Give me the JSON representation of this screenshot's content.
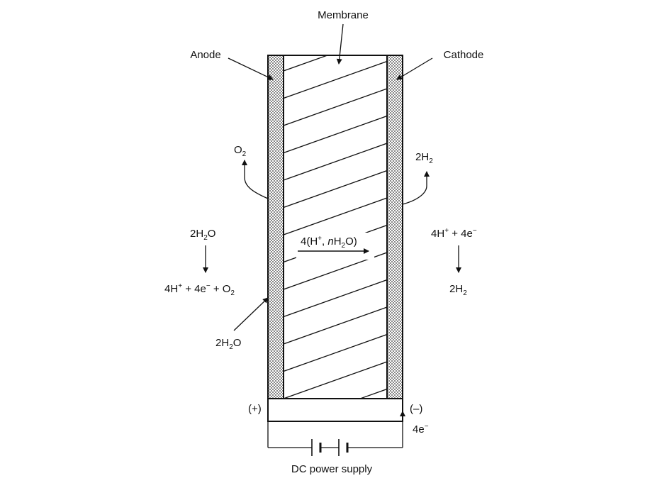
{
  "labels": {
    "membrane": "Membrane",
    "anode": "Anode",
    "cathode": "Cathode",
    "power_supply": "DC power supply",
    "plus": "(+)",
    "minus": "(–)"
  },
  "anode_side": {
    "o2_out": {
      "main": "O",
      "sub": "2"
    },
    "reactant": {
      "a": "2H",
      "sub": "2",
      "b": "O"
    },
    "product": {
      "a": "4H",
      "sup1": "+",
      "b": " + 4e",
      "sup2": "−",
      "c": " + O",
      "sub": "2"
    },
    "water_in": {
      "a": "2H",
      "sub": "2",
      "b": "O"
    }
  },
  "cathode_side": {
    "h2_out": {
      "a": "2H",
      "sub": "2"
    },
    "reactant": {
      "a": "4H",
      "sup1": "+",
      "b": " + 4e",
      "sup2": "−"
    },
    "product": {
      "a": "2H",
      "sub": "2"
    },
    "electrons_in": {
      "a": "4e",
      "sup": "−"
    }
  },
  "membrane_transport": {
    "a": "4(H",
    "sup": "+",
    "b": ", ",
    "n": "n",
    "c": "H",
    "sub": "2",
    "d": "O)"
  }
}
